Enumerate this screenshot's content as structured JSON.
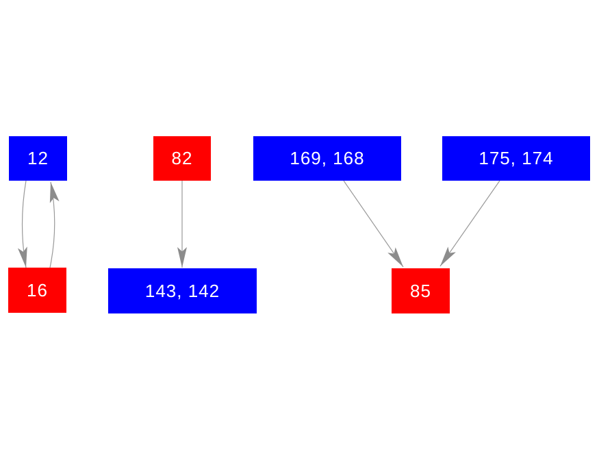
{
  "figure": {
    "type": "directed-graph",
    "background": "#ffffff"
  },
  "colors": {
    "node_blue": "#0000ff",
    "node_red": "#ff0000",
    "edge_line": "#999999",
    "arrowhead": "#8c8c8c",
    "node_label": "#ffffff"
  },
  "graph": {
    "nodes": [
      {
        "id": "n12",
        "label": "12",
        "color": "blue"
      },
      {
        "id": "n16",
        "label": "16",
        "color": "red"
      },
      {
        "id": "n82",
        "label": "82",
        "color": "red"
      },
      {
        "id": "n143",
        "label": "143, 142",
        "color": "blue"
      },
      {
        "id": "n169",
        "label": "169, 168",
        "color": "blue"
      },
      {
        "id": "n175",
        "label": "175, 174",
        "color": "blue"
      },
      {
        "id": "n85",
        "label": "85",
        "color": "red"
      }
    ],
    "edges": [
      {
        "from": "12",
        "to": "16",
        "shape": "curved-left"
      },
      {
        "from": "16",
        "to": "12",
        "shape": "curved-right"
      },
      {
        "from": "82",
        "to": "143, 142",
        "shape": "straight"
      },
      {
        "from": "169, 168",
        "to": "85",
        "shape": "straight"
      },
      {
        "from": "175, 174",
        "to": "85",
        "shape": "straight"
      }
    ]
  }
}
